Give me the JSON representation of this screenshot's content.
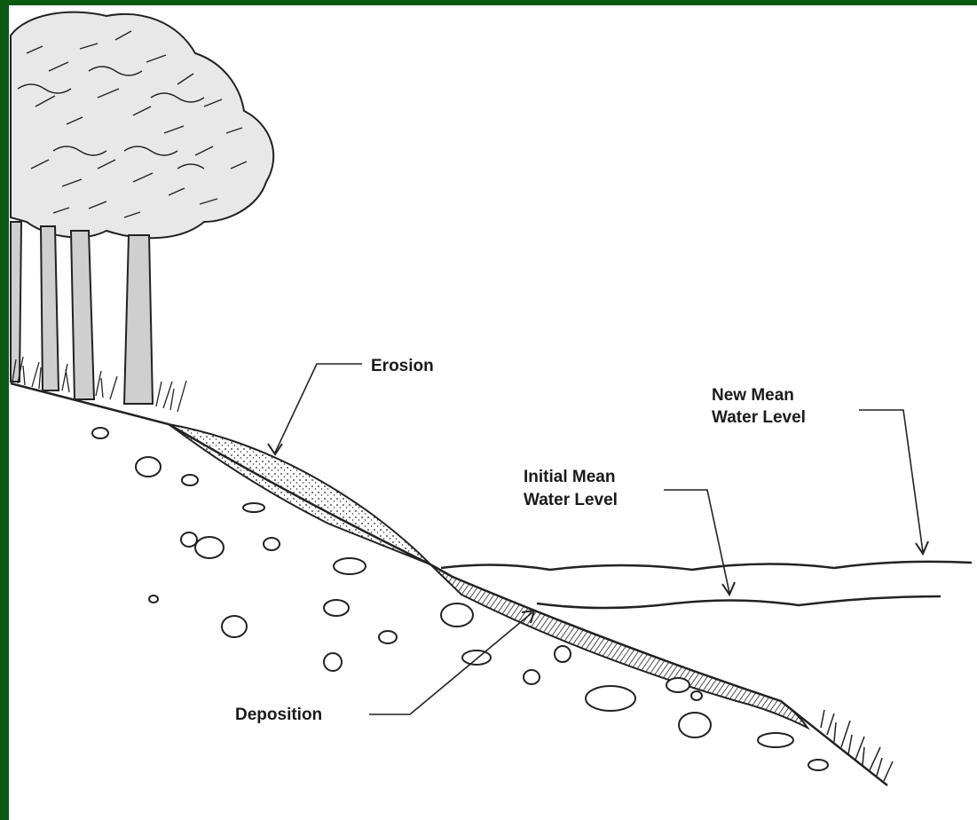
{
  "labels": {
    "erosion": "Erosion",
    "new_mean_line1": "New Mean",
    "new_mean_line2": "Water Level",
    "initial_mean_line1": "Initial Mean",
    "initial_mean_line2": "Water Level",
    "deposition": "Deposition"
  },
  "colors": {
    "frame": "#0b5a12",
    "ink": "#1a1a1a",
    "background": "#ffffff"
  }
}
